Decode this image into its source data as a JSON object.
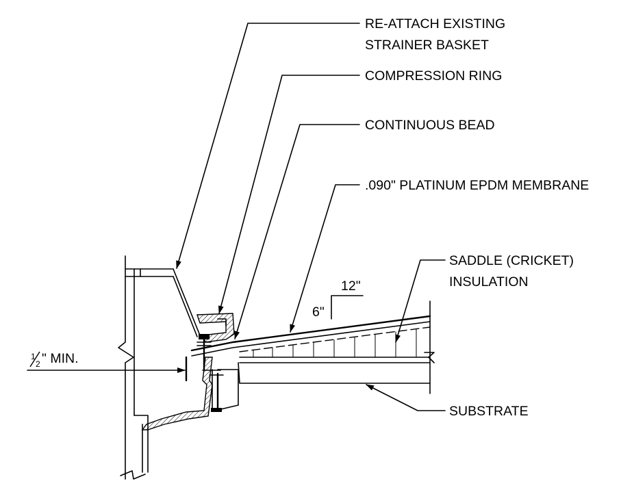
{
  "labels": {
    "strainer_line1": "RE-ATTACH EXISTING",
    "strainer_line2": "STRAINER BASKET",
    "compression_ring": "COMPRESSION RING",
    "continuous_bead": "CONTINUOUS BEAD",
    "membrane": ".090\" PLATINUM EPDM MEMBRANE",
    "saddle_line1": "SADDLE (CRICKET)",
    "saddle_line2": "INSULATION",
    "substrate": "SUBSTRATE",
    "slope_run": "12\"",
    "slope_rise": "6\"",
    "min_dimension": "\" MIN."
  }
}
